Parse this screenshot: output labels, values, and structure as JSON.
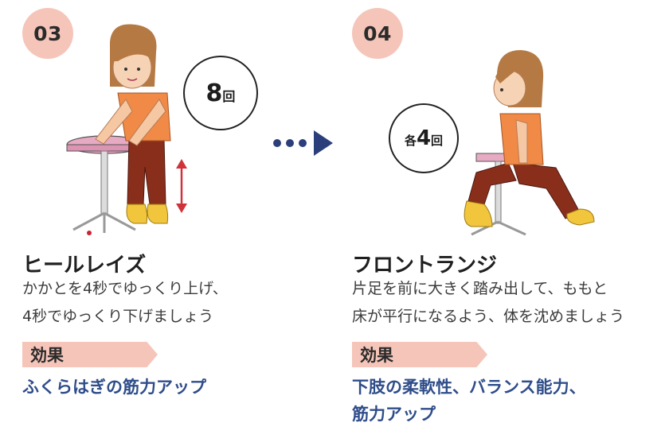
{
  "steps": [
    {
      "number": "03",
      "count": "8",
      "count_unit": "回",
      "title": "ヒールレイズ",
      "description": [
        "かかとを4秒でゆっくり上げ、",
        "4秒でゆっくり下げましょう"
      ],
      "effect_label": "効果",
      "effect": [
        "ふくらはぎの筋力アップ"
      ]
    },
    {
      "number": "04",
      "count_prefix": "各",
      "count": "4",
      "count_unit": "回",
      "title": "フロントランジ",
      "description": [
        "片足を前に大きく踏み出して、ももと",
        "床が平行になるよう、体を沈めましょう"
      ],
      "effect_label": "効果",
      "effect": [
        "下肢の柔軟性、バランス能力、",
        "筋力アップ"
      ]
    }
  ],
  "colors": {
    "badge": "#f6c5b9",
    "effect_text": "#2f4d8a",
    "arrow": "#2b3f7a",
    "accent_red": "#d0323a"
  }
}
